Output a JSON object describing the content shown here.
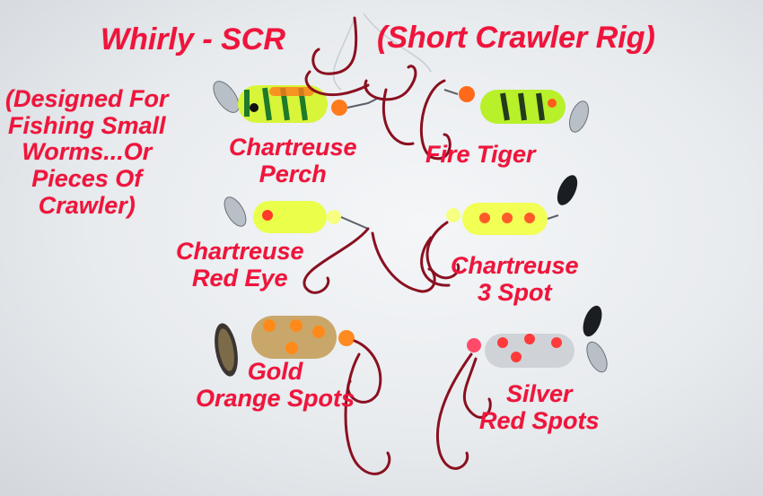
{
  "title": "Whirly - SCR",
  "subtitle": "(Short Crawler Rig)",
  "note_lines": [
    "(Designed For",
    "Fishing Small",
    "Worms...Or",
    "Pieces Of",
    "Crawler)"
  ],
  "lures": [
    {
      "name_lines": [
        "Chartreuse",
        "Perch"
      ],
      "body_color": "#d8f53a",
      "stripe_color": "#1f7a2a",
      "bead_color": "#ff7a1a"
    },
    {
      "name_lines": [
        "Fire Tiger"
      ],
      "body_color": "#b8f02a",
      "stripe_color": "#233b1a",
      "bead_color": "#ff6a1a"
    },
    {
      "name_lines": [
        "Chartreuse",
        "Red Eye"
      ],
      "body_color": "#eaff4a",
      "stripe_color": "#ff3a2a",
      "bead_color": "#f6ff80"
    },
    {
      "name_lines": [
        "Chartreuse",
        "3 Spot"
      ],
      "body_color": "#f2ff55",
      "stripe_color": "#ff5a2a",
      "bead_color": "#f6ff80"
    },
    {
      "name_lines": [
        "Gold",
        "Orange Spots"
      ],
      "body_color": "#c9a76a",
      "stripe_color": "#ff8a1a",
      "bead_color": "#ff8a20"
    },
    {
      "name_lines": [
        "Silver",
        "Red Spots"
      ],
      "body_color": "#cfd3d8",
      "stripe_color": "#ff3a3a",
      "bead_color": "#ff4a6a"
    }
  ],
  "colors": {
    "text": "#f0143c",
    "hook": "#8a1020",
    "background": "#eceef1"
  }
}
